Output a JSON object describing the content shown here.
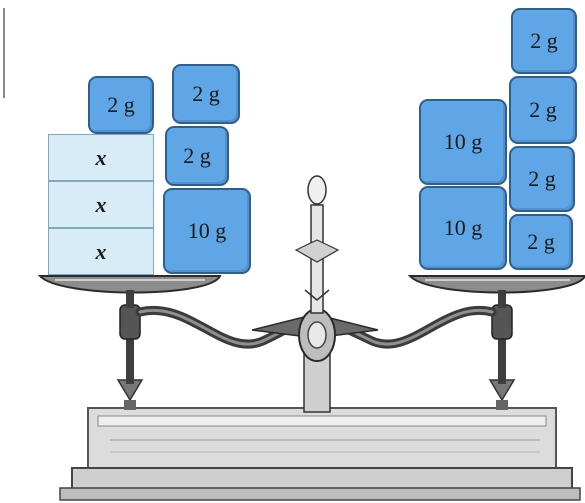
{
  "left_pan": {
    "unknown_blocks": [
      {
        "label": "x"
      },
      {
        "label": "x"
      },
      {
        "label": "x"
      }
    ],
    "weights": [
      {
        "label": "2 g"
      },
      {
        "label": "2 g"
      },
      {
        "label": "2 g"
      },
      {
        "label": "10 g"
      }
    ]
  },
  "right_pan": {
    "weights": [
      {
        "label": "10 g"
      },
      {
        "label": "10 g"
      },
      {
        "label": "2 g"
      },
      {
        "label": "2 g"
      },
      {
        "label": "2 g"
      },
      {
        "label": "2 g"
      }
    ]
  },
  "colors": {
    "weight_fill": "#5ea6e6",
    "weight_border": "#2d5f91",
    "unknown_fill": "#d7ecf6",
    "scale_metal": "#5a5a5a",
    "scale_base": "#d9d9d9"
  }
}
